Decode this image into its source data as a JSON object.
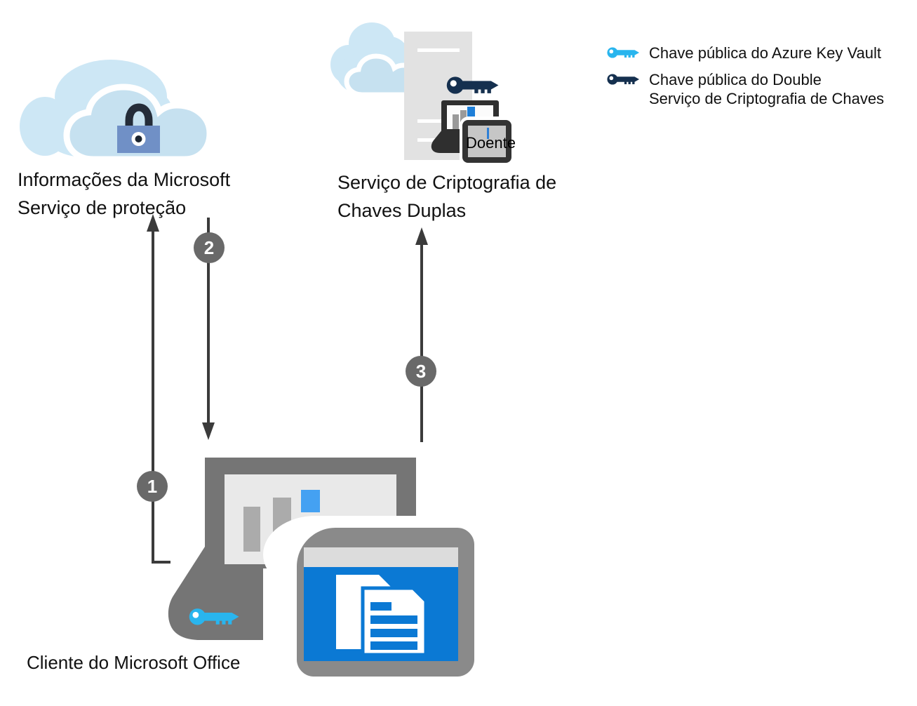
{
  "diagram": {
    "title_implicit": "Double Key Encryption flow",
    "nodes": {
      "protection_service": {
        "icon": "cloud-lock-icon",
        "label_line1": "Informações da Microsoft",
        "label_line2": "Serviço de proteção"
      },
      "dke_service": {
        "icon": "cloud-server-key-client-icon",
        "label_line1": "Serviço de Criptografia de",
        "label_line2": "Chaves Duplas",
        "tenant_label": "Doente"
      },
      "office_client": {
        "icon": "laptop-tablet-key-icon",
        "label": "Cliente do Microsoft Office"
      }
    },
    "legend": {
      "items": [
        {
          "icon": "azure-key-vault-key-icon",
          "color": "#29B5EE",
          "label": "Chave pública do Azure Key Vault"
        },
        {
          "icon": "dke-public-key-icon",
          "color": "#15304F",
          "label_line1": "Chave pública do Double",
          "label_line2": "Serviço de Criptografia de Chaves"
        }
      ]
    },
    "steps": [
      {
        "number": "1",
        "direction": "up",
        "from": "office_client",
        "to": "protection_service"
      },
      {
        "number": "2",
        "direction": "down",
        "from": "protection_service",
        "to": "office_client"
      },
      {
        "number": "3",
        "direction": "up",
        "from": "office_client",
        "to": "dke_service"
      }
    ],
    "colors": {
      "cloud_back": "#CDE7F5",
      "cloud_front": "#C6E1F0",
      "lock_body": "#7090C6",
      "lock_shackle": "#242C39",
      "server_gray": "#E2E2E2",
      "key_cyan": "#29B5EE",
      "key_navy": "#15304F",
      "laptop_gray": "#757575",
      "screen_gray": "#E9E9E9",
      "bar_gray": "#ABABAB",
      "bar_blue": "#44A1F2",
      "tablet_gray": "#8A8A8A",
      "tablet_topbar": "#DCDCDC",
      "tablet_blue": "#0B79D4",
      "mini_dark": "#2F2F2F",
      "arrow": "#3B3B3B",
      "step_circle": "#696969"
    }
  }
}
